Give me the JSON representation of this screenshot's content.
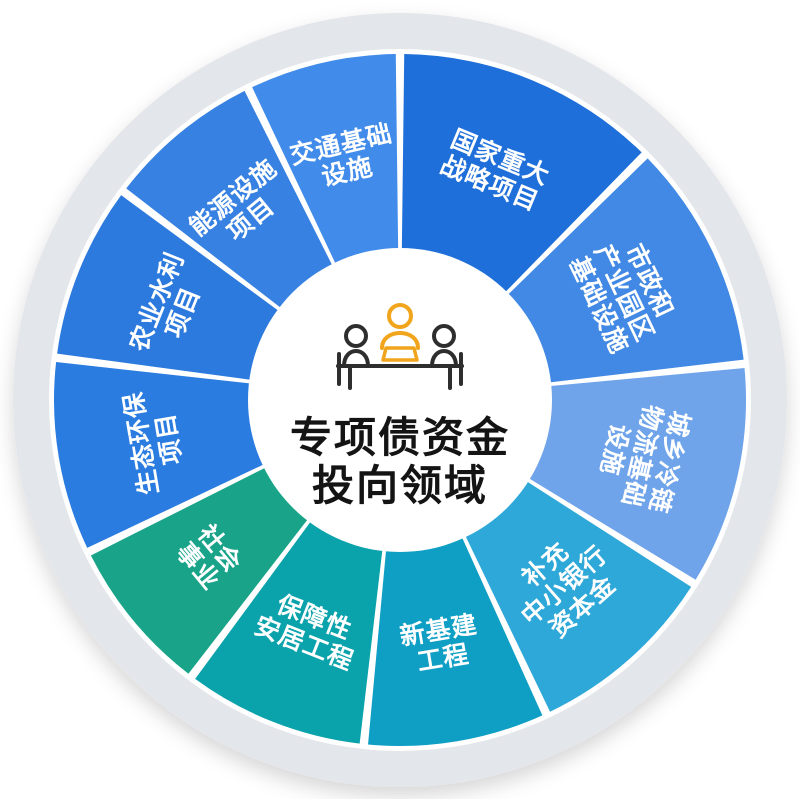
{
  "center": {
    "title_line1": "专项债资金",
    "title_line2": "投向领域",
    "icon": "meeting-people-icon",
    "icon_accent": "#f0a51c",
    "icon_dark": "#2e2e2e"
  },
  "ring": {
    "color": "#e3e6ea"
  },
  "segments": [
    {
      "id": "national-strategic-projects",
      "label": "国家重大战略项目",
      "lines": [
        "国家重大",
        "战略项目"
      ],
      "start": 0,
      "end": 45,
      "color": "#1e6fd9"
    },
    {
      "id": "municipal-industrial-park-infrastructure",
      "label": "市政和产业园区基础设施",
      "lines": [
        "市政和",
        "产业园区",
        "基础设施"
      ],
      "start": 45,
      "end": 84,
      "color": "#4189e4"
    },
    {
      "id": "urban-rural-cold-chain-logistics",
      "label": "城乡冷链物流基础设施",
      "lines": [
        "城乡冷链",
        "物流基础",
        "设施"
      ],
      "start": 84,
      "end": 122,
      "color": "#6fa4ea"
    },
    {
      "id": "small-medium-bank-capital",
      "label": "补充中小银行资本金",
      "lines": [
        "补充",
        "中小银行",
        "资本金"
      ],
      "start": 122,
      "end": 155,
      "color": "#2ea8d8"
    },
    {
      "id": "new-infrastructure-projects",
      "label": "新基建工程",
      "lines": [
        "新基建",
        "工程"
      ],
      "start": 155,
      "end": 186,
      "color": "#0f9fc4"
    },
    {
      "id": "affordable-housing-projects",
      "label": "保障性安居工程",
      "lines": [
        "保障性",
        "安居工程"
      ],
      "start": 186,
      "end": 217,
      "color": "#0aa2ab"
    },
    {
      "id": "social-programs",
      "label": "社会事业",
      "lines": [
        "社会",
        "事业"
      ],
      "start": 217,
      "end": 244,
      "color": "#19a489"
    },
    {
      "id": "ecological-environmental-projects",
      "label": "生态环保项目",
      "lines": [
        "生态环保",
        "项目"
      ],
      "start": 244,
      "end": 277,
      "color": "#2b7ce0"
    },
    {
      "id": "agriculture-water-projects",
      "label": "农业水利项目",
      "lines": [
        "农业水利",
        "项目"
      ],
      "start": 277,
      "end": 307,
      "color": "#2d7ade"
    },
    {
      "id": "energy-facility-projects",
      "label": "能源设施项目",
      "lines": [
        "能源设施",
        "项目"
      ],
      "start": 307,
      "end": 334,
      "color": "#3781e2"
    },
    {
      "id": "transport-infrastructure",
      "label": "交通基础设施",
      "lines": [
        "交通基础",
        "设施"
      ],
      "start": 334,
      "end": 360,
      "color": "#418ceb"
    }
  ]
}
